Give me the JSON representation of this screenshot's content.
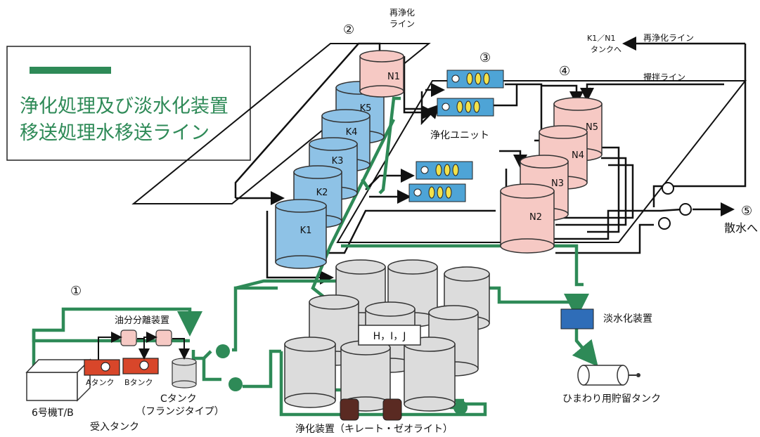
{
  "legend": {
    "line1": "浄化処理及び淡水化装置",
    "line2": "移送処理水移送ライン"
  },
  "markers": [
    "①",
    "②",
    "③",
    "④",
    "⑤"
  ],
  "labels": {
    "repurify_top": [
      "再浄化",
      "ライン"
    ],
    "repurify_right": "再浄化ライン",
    "k1n1": [
      "K1／N1",
      "タンクへ"
    ],
    "stir_line": "攪拌ライン",
    "purify_unit": "浄化ユニット",
    "to_spray": "散水へ",
    "desalination": "淡水化装置",
    "sunflower": "ひまわり用貯留タンク",
    "hij": "H，I，J",
    "purify_device": "浄化装置（キレート・ゼオライト）",
    "oil_sep": "油分分離装置",
    "tank_a": "Aタンク",
    "tank_b": "Bタンク",
    "tank_c": "Cタンク",
    "flange": "（フランジタイプ）",
    "unit6": "6号機T/B",
    "receive": "受入タンク"
  },
  "k_tanks": [
    "K1",
    "K2",
    "K3",
    "K4",
    "K5"
  ],
  "n_tanks": [
    "N1",
    "N2",
    "N3",
    "N4",
    "N5"
  ],
  "colors": {
    "green_line": "#2e8a57",
    "black_line": "#111111",
    "blue_tank": "#8ec2e6",
    "pink_tank": "#f6c9c4",
    "grey_tank": "#dcdcdc",
    "red_tank": "#d8462a",
    "blue_box": "#2f6db8",
    "unit_box": "#4ea4d6",
    "yellow": "#f2e14b",
    "brown": "#5a2a22"
  }
}
